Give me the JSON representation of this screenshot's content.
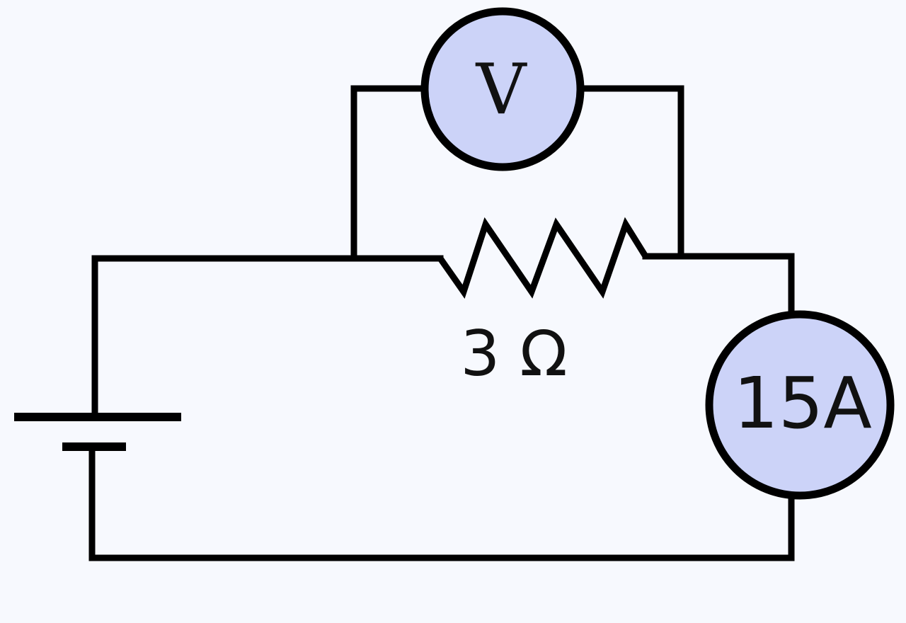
{
  "resistor": {
    "label": "3 Ω"
  },
  "voltmeter": {
    "label": "V"
  },
  "ammeter": {
    "label": "15A"
  },
  "colors": {
    "background": "#f7f9fe",
    "wire": "#000000",
    "meter_fill": "#ccd3f8"
  }
}
